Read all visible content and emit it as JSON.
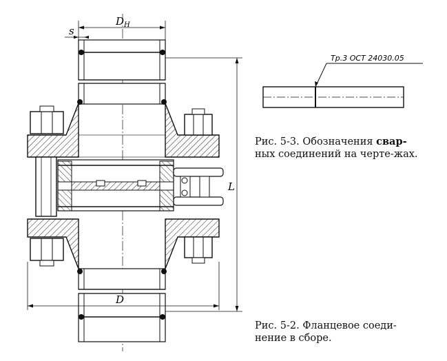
{
  "figure_5_2": {
    "dim_outer_diameter": "DH",
    "dim_wall": "s",
    "dim_length": "L",
    "dim_flange": "D"
  },
  "figure_5_3": {
    "weld_label": "Тр.3 ОСТ 24030.05"
  },
  "captions": {
    "fig_5_3_part1": "Рис. 5-3. Обозначения ",
    "fig_5_3_bold": "свар-",
    "fig_5_3_part2": "ных соединений на черте-жах.",
    "fig_5_2": "Рис. 5-2. Фланцевое соеди-нение в сборе."
  },
  "colors": {
    "ink": "#111111",
    "paper": "#ffffff"
  }
}
